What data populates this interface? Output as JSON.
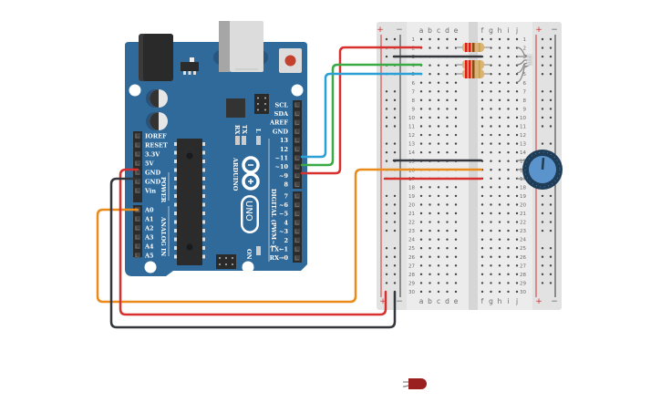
{
  "circuit": {
    "title": "Arduino Uno circuit with breadboard, 3 LEDs, potentiometer",
    "colors": {
      "board": "#2f6a9b",
      "board_dark": "#255a86",
      "header": "#2b2b2b",
      "breadboard": "#e4e4e4",
      "rail_red": "#d8302f",
      "rail_black": "#333333",
      "wire_red": "#d8302f",
      "wire_black": "#33363a",
      "wire_green": "#3aaa44",
      "wire_blue": "#2aa0d6",
      "wire_orange": "#ea8a1a",
      "led_red": "#9a1f1f",
      "knob": "#5b94cc",
      "knob_ring": "#1f3d57"
    }
  },
  "arduino": {
    "brand": "ARDUINO",
    "model": "UNO",
    "digital_header_label": "DIGITAL (PWM~)",
    "power_label": "POWER",
    "analog_label": "ANALOG IN",
    "on_label": "ON",
    "tx_label": "TX",
    "rx_label": "RX",
    "l_label": "L",
    "power_pins": [
      "IOREF",
      "RESET",
      "3.3V",
      "5V",
      "GND",
      "GND",
      "Vin"
    ],
    "analog_pins": [
      "A0",
      "A1",
      "A2",
      "A3",
      "A4",
      "A5"
    ],
    "digital_pins_top": [
      "SCL",
      "SDA",
      "AREF",
      "GND",
      "13",
      "12",
      "~11",
      "~10",
      "~9",
      "8"
    ],
    "digital_pins_bottom": [
      "7",
      "~6",
      "~5",
      "4",
      "~3",
      "2",
      "TX←1",
      "RX→0"
    ]
  },
  "breadboard": {
    "columns_left": [
      "a",
      "b",
      "c",
      "d",
      "e"
    ],
    "columns_right": [
      "f",
      "g",
      "h",
      "i",
      "j"
    ],
    "rows": 30,
    "rail_plus": "+",
    "rail_minus": "−"
  },
  "components": {
    "resistors": 3,
    "leds": 3,
    "potentiometers": 1,
    "loose_led": 1
  },
  "wires": [
    {
      "name": "pin9-to-row2",
      "color": "red"
    },
    {
      "name": "pin10-to-row4",
      "color": "green"
    },
    {
      "name": "pin11-to-row5",
      "color": "blue"
    },
    {
      "name": "5v-to-plus-rail",
      "color": "red"
    },
    {
      "name": "gnd-to-minus-rail",
      "color": "black"
    },
    {
      "name": "a0-to-row16",
      "color": "orange"
    }
  ]
}
